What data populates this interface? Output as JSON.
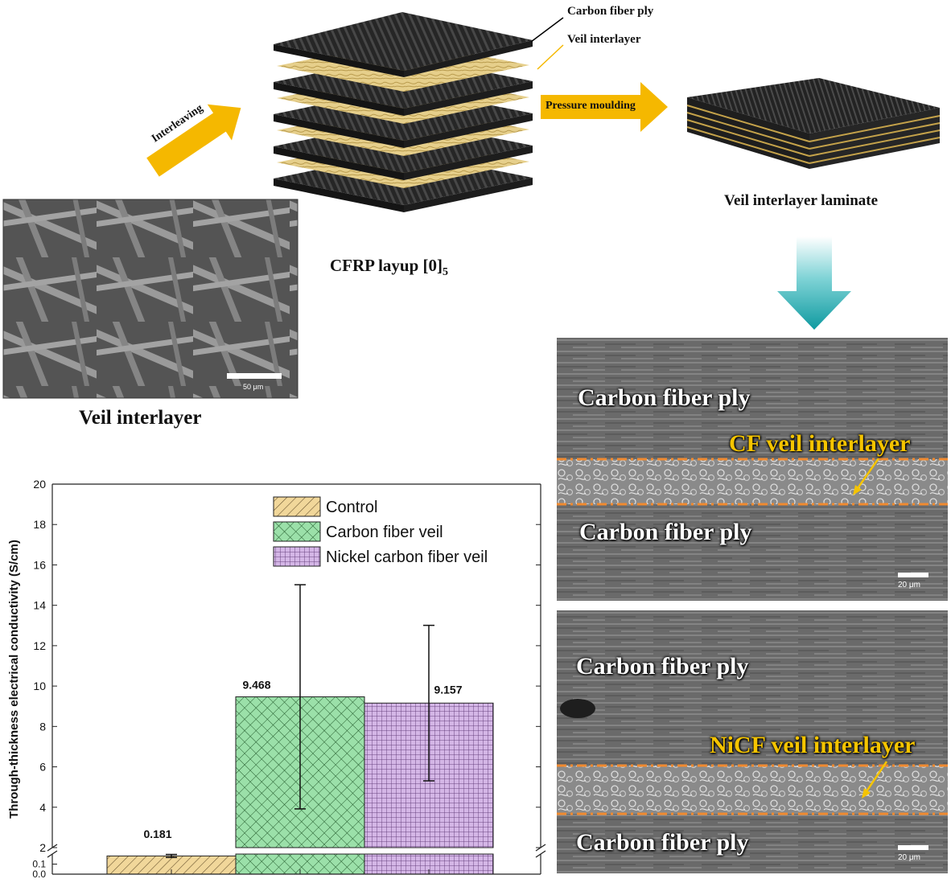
{
  "diagram": {
    "labels": {
      "carbon_fiber_ply": "Carbon fiber ply",
      "veil_interlayer_top": "Veil interlayer",
      "interleaving": "Interleaving",
      "pressure_moulding": "Pressure moulding",
      "veil_interlayer_laminate": "Veil interlayer laminate",
      "cfrp_layup": "CFRP layup [0]",
      "cfrp_layup_sub": "5",
      "veil_interlayer_caption": "Veil interlayer",
      "sem_scale_top": "50 μm"
    },
    "sem_panels": [
      {
        "ply_top": "Carbon fiber ply",
        "interlayer": "CF veil interlayer",
        "ply_bottom": "Carbon fiber ply",
        "scale": "20 μm"
      },
      {
        "ply_top": "Carbon fiber ply",
        "interlayer": "NiCF veil interlayer",
        "ply_bottom": "Carbon fiber ply",
        "scale": "20 μm"
      }
    ],
    "colors": {
      "arrow_yellow": "#f5b800",
      "arrow_teal": "#1aa3a8",
      "veil": "#e6cf8b",
      "ply": "#2a2a2a",
      "interface_dash": "#f08a30"
    }
  },
  "chart_data": {
    "type": "bar",
    "ylabel": "Through-thickness electrical conductivity (S/cm)",
    "categories": [
      "",
      "",
      ""
    ],
    "series": [
      {
        "name": "Control",
        "value": 0.181,
        "error": 0.015,
        "label": "0.181",
        "color": "#f1d79a",
        "pattern": "diagonal"
      },
      {
        "name": "Carbon fiber veil",
        "value": 9.468,
        "error": 5.55,
        "label": "9.468",
        "color": "#9be0a9",
        "pattern": "crosshatch"
      },
      {
        "name": "Nickel carbon fiber veil",
        "value": 9.157,
        "error": 3.85,
        "label": "9.157",
        "color": "#d4b6e6",
        "pattern": "grid"
      }
    ],
    "y_axis_break": {
      "lower": [
        0,
        0.2
      ],
      "upper": [
        2,
        20
      ]
    },
    "yticks_lower": [
      "0.0",
      "0.1"
    ],
    "yticks_upper": [
      "2",
      "4",
      "6",
      "8",
      "10",
      "12",
      "14",
      "16",
      "18",
      "20"
    ],
    "legend_position": "top-right",
    "grid": false
  }
}
